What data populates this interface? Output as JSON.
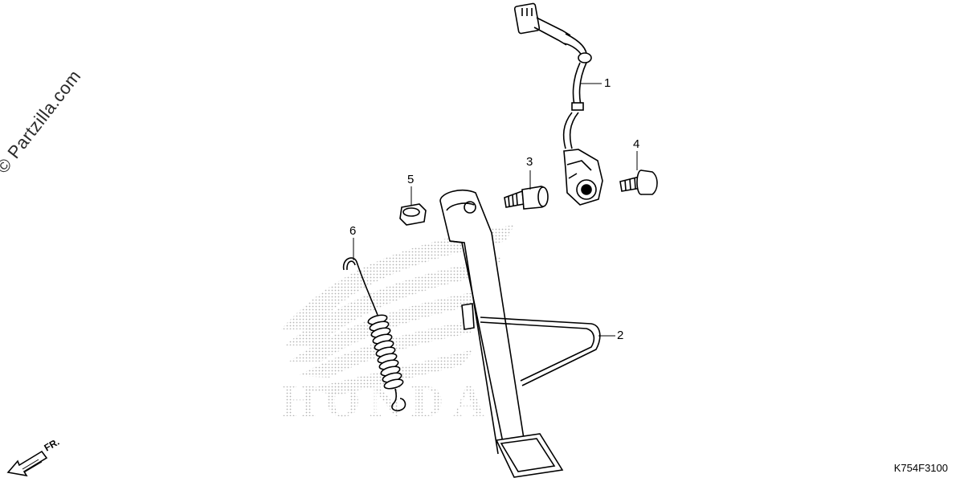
{
  "watermark": "© Partzilla.com",
  "diagram_code": "K754F3100",
  "direction_label": "FR.",
  "background_brand": "HONDA",
  "callouts": [
    {
      "number": "1",
      "part": "side-stand-switch"
    },
    {
      "number": "2",
      "part": "side-stand"
    },
    {
      "number": "3",
      "part": "pivot-bolt"
    },
    {
      "number": "4",
      "part": "flange-bolt"
    },
    {
      "number": "5",
      "part": "nut"
    },
    {
      "number": "6",
      "part": "spring"
    }
  ],
  "colors": {
    "line": "#000000",
    "watermark_dots": "#b5b5b5"
  }
}
